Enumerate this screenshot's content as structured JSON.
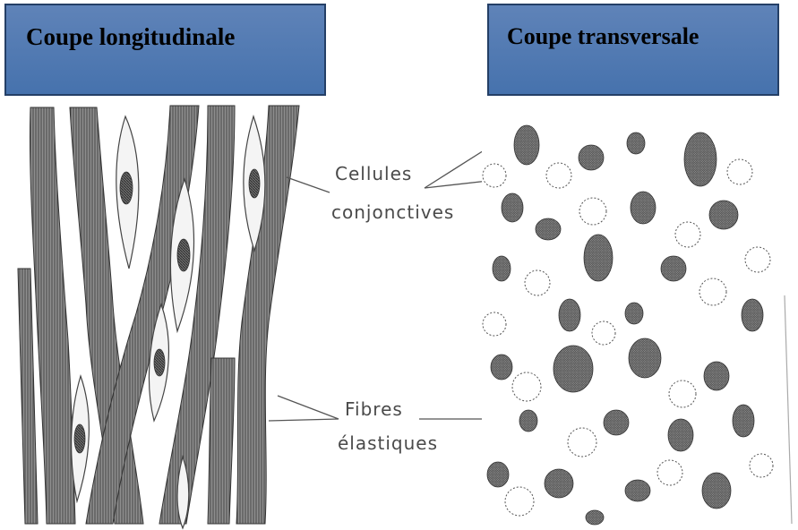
{
  "titles": {
    "left": "Coupe longitudinale",
    "right": "Coupe transversale"
  },
  "labels": {
    "cellules_line1": "Cellules",
    "cellules_line2": "conjonctives",
    "fibres_line1": "Fibres",
    "fibres_line2": "élastiques"
  },
  "colors": {
    "title_box": "#4a76b1",
    "title_border": "#243f66",
    "ink": "#3a3a3a"
  }
}
